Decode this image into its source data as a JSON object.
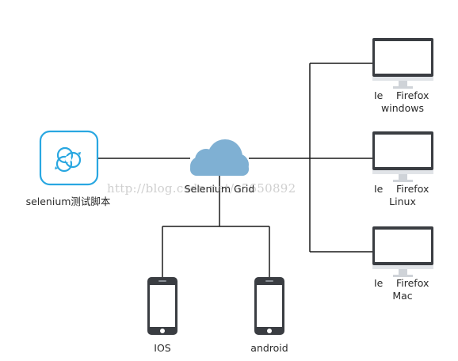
{
  "diagram": {
    "script_label": "selenium测试脚本",
    "hub_label": "Selenium Grid",
    "watermark": "http://blog.csdn.net/a5650892",
    "desktops": [
      {
        "browser_1": "Ie",
        "browser_2": "Firefox",
        "os": "windows"
      },
      {
        "browser_1": "Ie",
        "browser_2": "Firefox",
        "os": "Linux"
      },
      {
        "browser_1": "Ie",
        "browser_2": "Firefox",
        "os": "Mac"
      }
    ],
    "phones": [
      {
        "os": "IOS"
      },
      {
        "os": "android"
      }
    ]
  },
  "colors": {
    "line": "#1a1a1a",
    "cloud": "#7fb0d3",
    "script_icon": "#29a7e1",
    "device_frame": "#3a3d42",
    "monitor_stand": "#cfd3d8"
  }
}
